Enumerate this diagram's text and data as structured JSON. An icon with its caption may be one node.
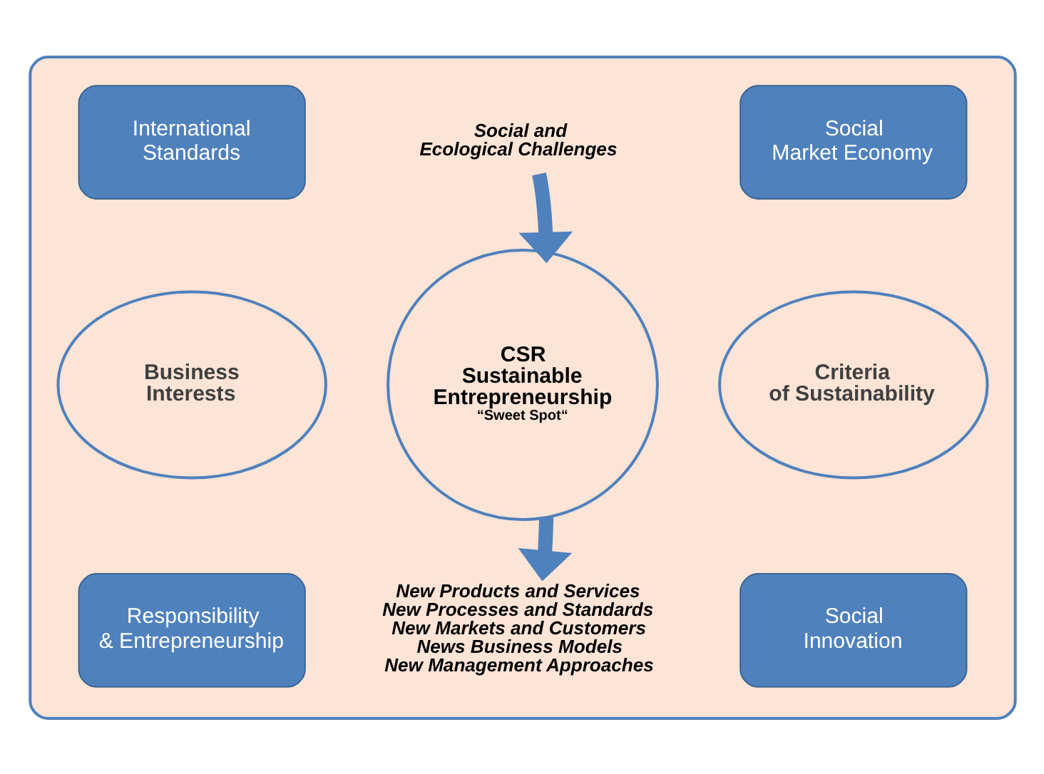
{
  "diagram": {
    "nodes": [
      {
        "text": [],
        "shape": "box"
      },
      {
        "text": [
          "International Standards"
        ],
        "in": 0
      },
      {
        "text": [
          "Social and Ecological Challenges"
        ],
        "in": 0
      },
      {
        "text": [
          "Social Market Economy"
        ],
        "in": 0
      },
      {
        "text": [
          "Business Interests"
        ],
        "in": 0
      },
      {
        "text": [
          "CSR Sustainable Entrepreneurship",
          "“Sweet Spot“"
        ],
        "in": 0
      },
      {
        "text": [
          "Criteria of Sustainability"
        ],
        "in": 0
      },
      {
        "text": [
          "Responsibility & Entrepreneurship"
        ],
        "in": 0
      },
      {
        "text": [
          "New Products and Services",
          "New Processes and Standards",
          "New Markets and Customers",
          "News Business Models",
          "New Management Approaches"
        ],
        "in": 0
      },
      {
        "text": [
          "Social Innovation"
        ],
        "in": 0
      }
    ],
    "edges": [
      {
        "from": 2,
        "to": 5,
        "arrow": "to"
      },
      {
        "from": 5,
        "to": 8,
        "arrow": "to"
      }
    ]
  }
}
